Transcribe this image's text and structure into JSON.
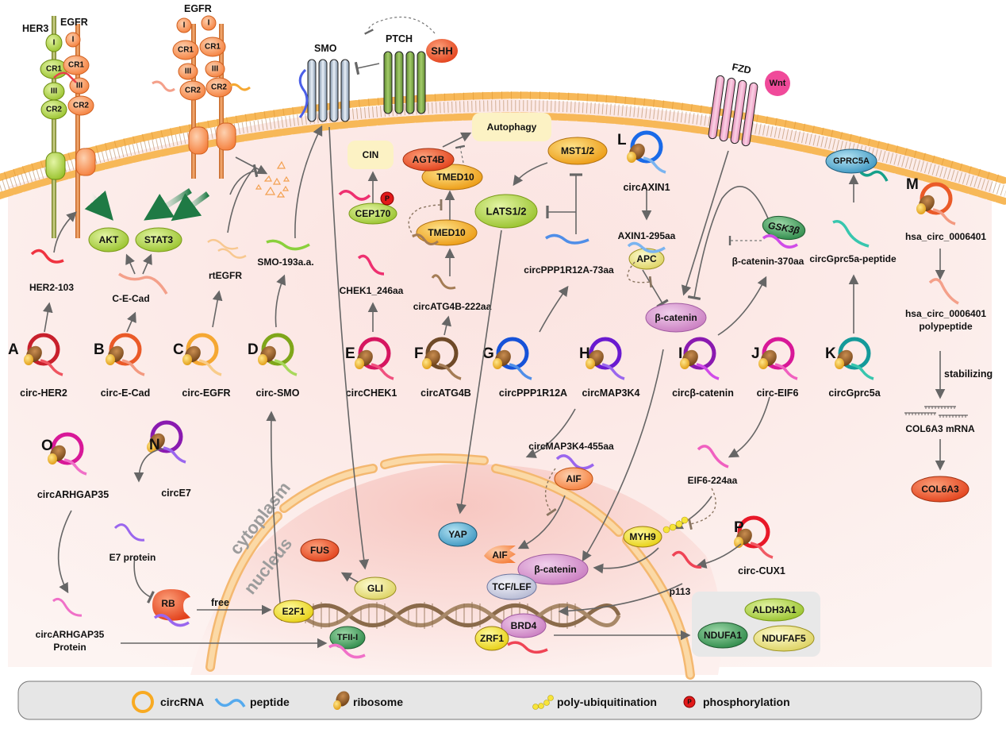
{
  "receptors": {
    "her3": "HER3",
    "egfr_left": "EGFR",
    "egfr_right": "EGFR",
    "domains": [
      "I",
      "CR1",
      "III",
      "CR2"
    ],
    "smo": "SMO",
    "ptch": "PTCH",
    "shh": "SHH",
    "fzd": "FZD",
    "wnt": "Wnt"
  },
  "nodes": {
    "akt": "AKT",
    "stat3": "STAT3",
    "cin": "CIN",
    "autophagy": "Autophagy",
    "agt4b": "AGT4B",
    "tmed10_top": "TMED10",
    "tmed10_bottom": "TMED10",
    "cep170": "CEP170",
    "mst12": "MST1/2",
    "lats12": "LATS1/2",
    "apc": "APC",
    "gsk3b": "GSK3β",
    "beta_catenin_cyto": "β-catenin",
    "gprc5a": "GPRC5A",
    "col6a3": "COL6A3",
    "aif_cyto": "AIF",
    "myh9": "MYH9",
    "yap": "YAP",
    "aif_nuc": "AIF",
    "beta_catenin_nuc": "β-catenin",
    "tcf_lef": "TCF/LEF",
    "fus": "FUS",
    "gli": "GLI",
    "rb": "RB",
    "e2f1": "E2F1",
    "tfii_i": "TFII-I",
    "brd4": "BRD4",
    "zrf1": "ZRF1",
    "aldh3a1": "ALDH3A1",
    "ndufa1": "NDUFA1",
    "ndufaf5": "NDUFAF5",
    "phospho": "P"
  },
  "peptides": {
    "her2_103": "HER2-103",
    "c_e_cad": "C-E-Cad",
    "rtegfr": "rtEGFR",
    "smo_193": "SMO-193a.a.",
    "chek1_246": "CHEK1_246aa",
    "atg4b_222": "circATG4B-222aa",
    "ppp1r12a_73": "circPPP1R12A-73aa",
    "axin1_295": "AXIN1-295aa",
    "bcat_370": "β-catenin-370aa",
    "gprc5a_pep": "circGprc5a-peptide",
    "hsa_0006401_line1": "hsa_circ_0006401",
    "hsa_0006401_line2": "polypeptide",
    "map3k4_455": "circMAP3K4-455aa",
    "eif6_224": "EIF6-224aa",
    "e7_protein": "E7 protein",
    "arhgap35_line1": "circARHGAP35",
    "arhgap35_line2": "Protein",
    "p113": "p113",
    "col6a3_mrna": "COL6A3 mRNA",
    "stabilizing": "stabilizing",
    "free": "free"
  },
  "circrnas": [
    {
      "letter": "A",
      "name": "circ-HER2",
      "color": "#c8202c",
      "tail": "#ef5560"
    },
    {
      "letter": "B",
      "name": "circ-E-Cad",
      "color": "#ea5a28",
      "tail": "#f39a80"
    },
    {
      "letter": "C",
      "name": "circ-EGFR",
      "color": "#f5a833",
      "tail": "#f8cc8a"
    },
    {
      "letter": "D",
      "name": "circ-SMO",
      "color": "#7fa61a",
      "tail": "#a8d85c"
    },
    {
      "letter": "E",
      "name": "circCHEK1",
      "color": "#d6165f",
      "tail": "#f0507e"
    },
    {
      "letter": "F",
      "name": "circATG4B",
      "color": "#6f4a28",
      "tail": "#a47c55"
    },
    {
      "letter": "G",
      "name": "circPPP1R12A",
      "color": "#1652d8",
      "tail": "#4f8ee8"
    },
    {
      "letter": "H",
      "name": "circMAP3K4",
      "color": "#6a1ad0",
      "tail": "#9a66ee"
    },
    {
      "letter": "I",
      "name": "circβ-catenin",
      "color": "#8a1ab0",
      "tail": "#d04be8"
    },
    {
      "letter": "J",
      "name": "circ-EIF6",
      "color": "#d81898",
      "tail": "#f060c0"
    },
    {
      "letter": "K",
      "name": "circGprc5a",
      "color": "#149a9a",
      "tail": "#38c6ae"
    },
    {
      "letter": "L",
      "name": "circAXIN1",
      "color": "#1a6ae8",
      "tail": "#7ab4f0"
    },
    {
      "letter": "M",
      "name": "hsa_circ_0006401",
      "color": "#ea5a28",
      "tail": "#f39a80"
    },
    {
      "letter": "N",
      "name": "circE7",
      "color": "#8a1ab0",
      "tail": "#9a66ee"
    },
    {
      "letter": "O",
      "name": "circARHGAP35",
      "color": "#d81898",
      "tail": "#f070c8"
    },
    {
      "letter": "P",
      "name": "circ-CUX1",
      "color": "#e81828",
      "tail": "#f05a64"
    }
  ],
  "compartments": {
    "cytoplasm": "cytoplasm",
    "nucleus": "nucleus"
  },
  "legend": [
    {
      "icon": "circrna-icon",
      "label": "circRNA"
    },
    {
      "icon": "peptide-icon",
      "label": "peptide"
    },
    {
      "icon": "ribosome-icon",
      "label": "ribosome"
    },
    {
      "icon": "poly-ubiquitination-icon",
      "label": "poly-ubiquitination"
    },
    {
      "icon": "phosphorylation-icon",
      "label": "phosphorylation"
    }
  ],
  "colors": {
    "cell_bg": "#fdecea",
    "membrane": "#f4b04c",
    "nucleus_fill": "#f9cfc8",
    "nuclear_envelope": "#f7c98a",
    "legend_bg": "#e6e6e6",
    "arrow": "#666666",
    "green_arrow": "#1f7a45"
  }
}
